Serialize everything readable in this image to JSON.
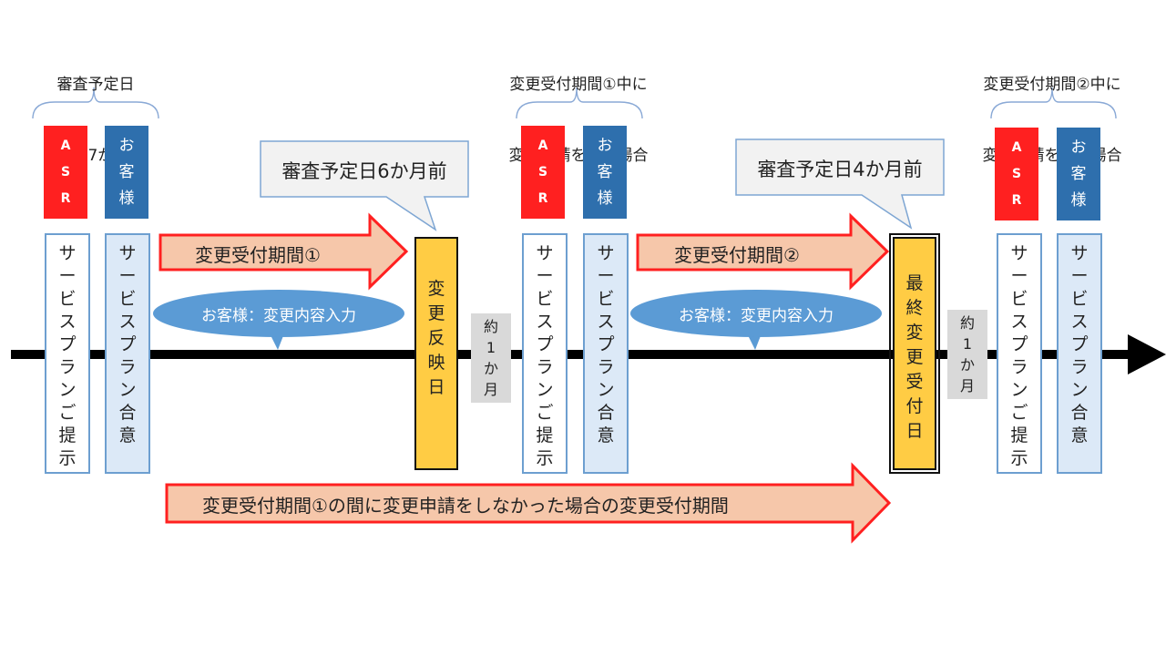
{
  "colors": {
    "asr": "#ff2020",
    "customer": "#2e6fad",
    "arrow_fill": "#f6c7aa",
    "arrow_stroke": "#ff2020",
    "yellow": "#ffcc44",
    "oval": "#5b9bd5"
  },
  "groups": [
    {
      "note": [
        "審査予定日",
        "約9～7か月前"
      ],
      "asr": [
        "A",
        "S",
        "R"
      ],
      "customer": [
        "お",
        "客",
        "様"
      ],
      "proposal": [
        "サ",
        "ー",
        "ビ",
        "ス",
        "プ",
        "ラ",
        "ン",
        "ご",
        "提",
        "示"
      ],
      "agreement": [
        "サ",
        "ー",
        "ビ",
        "ス",
        "プ",
        "ラ",
        "ン",
        "合",
        "意"
      ]
    },
    {
      "note": [
        "変更受付期間①中に",
        "変更申請をした場合"
      ],
      "asr": [
        "A",
        "S",
        "R"
      ],
      "customer": [
        "お",
        "客",
        "様"
      ],
      "proposal": [
        "サ",
        "ー",
        "ビ",
        "ス",
        "プ",
        "ラ",
        "ン",
        "ご",
        "提",
        "示"
      ],
      "agreement": [
        "サ",
        "ー",
        "ビ",
        "ス",
        "プ",
        "ラ",
        "ン",
        "合",
        "意"
      ]
    },
    {
      "note": [
        "変更受付期間②中に",
        "変更申請をした場合"
      ],
      "asr": [
        "A",
        "S",
        "R"
      ],
      "customer": [
        "お",
        "客",
        "様"
      ],
      "proposal": [
        "サ",
        "ー",
        "ビ",
        "ス",
        "プ",
        "ラ",
        "ン",
        "ご",
        "提",
        "示"
      ],
      "agreement": [
        "サ",
        "ー",
        "ビ",
        "ス",
        "プ",
        "ラ",
        "ン",
        "合",
        "意"
      ]
    }
  ],
  "callouts": [
    "審査予定日6か月前",
    "審査予定日4か月前"
  ],
  "periods": [
    "変更受付期間①",
    "変更受付期間②"
  ],
  "ovals": [
    "お客様：変更内容入力",
    "お客様：変更内容入力"
  ],
  "milestones": [
    [
      "変",
      "更",
      "反",
      "映",
      "日"
    ],
    [
      "最",
      "終",
      "変",
      "更",
      "受",
      "付",
      "日"
    ]
  ],
  "gaps": [
    [
      "約",
      "1",
      "か",
      "月"
    ],
    [
      "約",
      "1",
      "か",
      "月"
    ]
  ],
  "bottom_arrow": "変更受付期間①の間に変更申請をしなかった場合の変更受付期間"
}
